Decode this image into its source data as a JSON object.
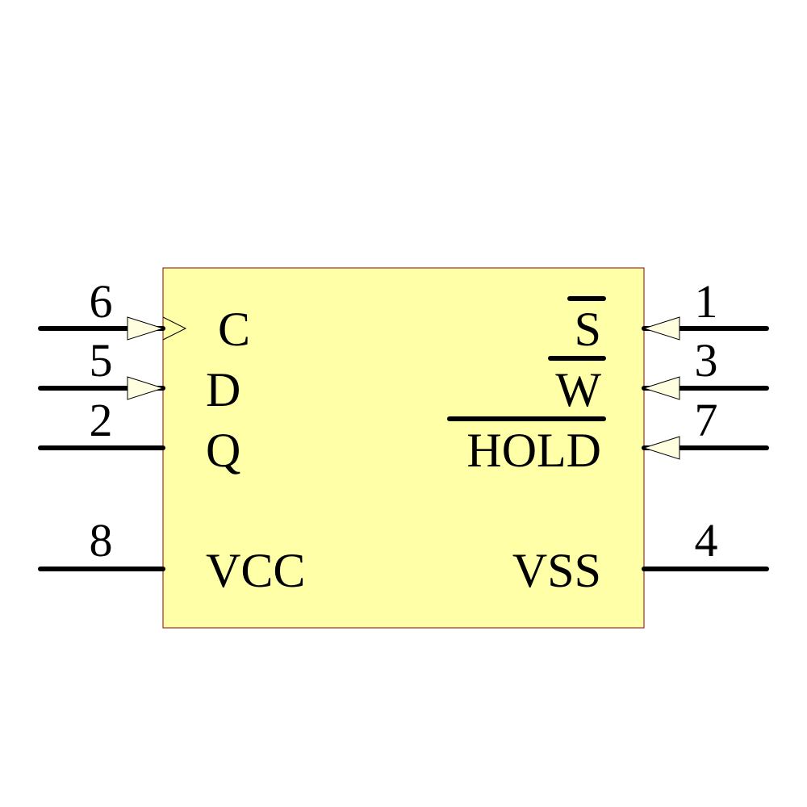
{
  "colors": {
    "body_fill": "#ffffa8",
    "body_stroke": "#8b0000",
    "pin_stroke": "#000000",
    "arrow_fill": "#ffffe0"
  },
  "component": {
    "left_pins": [
      {
        "number": "6",
        "label": "C",
        "type": "clock-input",
        "overbar": false
      },
      {
        "number": "5",
        "label": "D",
        "type": "input",
        "overbar": false
      },
      {
        "number": "2",
        "label": "Q",
        "type": "output",
        "overbar": false
      },
      {
        "number": "8",
        "label": "VCC",
        "type": "power",
        "overbar": false
      }
    ],
    "right_pins": [
      {
        "number": "1",
        "label": "S",
        "type": "input",
        "overbar": true
      },
      {
        "number": "3",
        "label": "W",
        "type": "input",
        "overbar": true
      },
      {
        "number": "7",
        "label": "HOLD",
        "type": "input",
        "overbar": true
      },
      {
        "number": "4",
        "label": "VSS",
        "type": "power",
        "overbar": false
      }
    ]
  }
}
